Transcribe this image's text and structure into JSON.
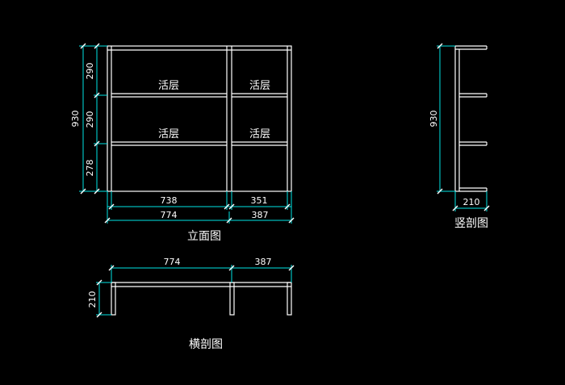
{
  "elevation": {
    "title": "立面图",
    "shelf_labels": [
      "活层",
      "活层",
      "活层",
      "活层"
    ],
    "dims_vertical": [
      "930",
      "290",
      "290",
      "278"
    ],
    "dims_inner": [
      "738",
      "351"
    ],
    "dims_outer": [
      "774",
      "387"
    ]
  },
  "section_vertical": {
    "title": "竖剖图",
    "dim_height": "930",
    "dim_depth": "210"
  },
  "section_horizontal": {
    "title": "横剖图",
    "dims_width": [
      "774",
      "387"
    ],
    "dim_depth": "210"
  },
  "colors": {
    "background": "#000000",
    "lines": "#ffffff",
    "dimensions": "#00e5e5"
  }
}
